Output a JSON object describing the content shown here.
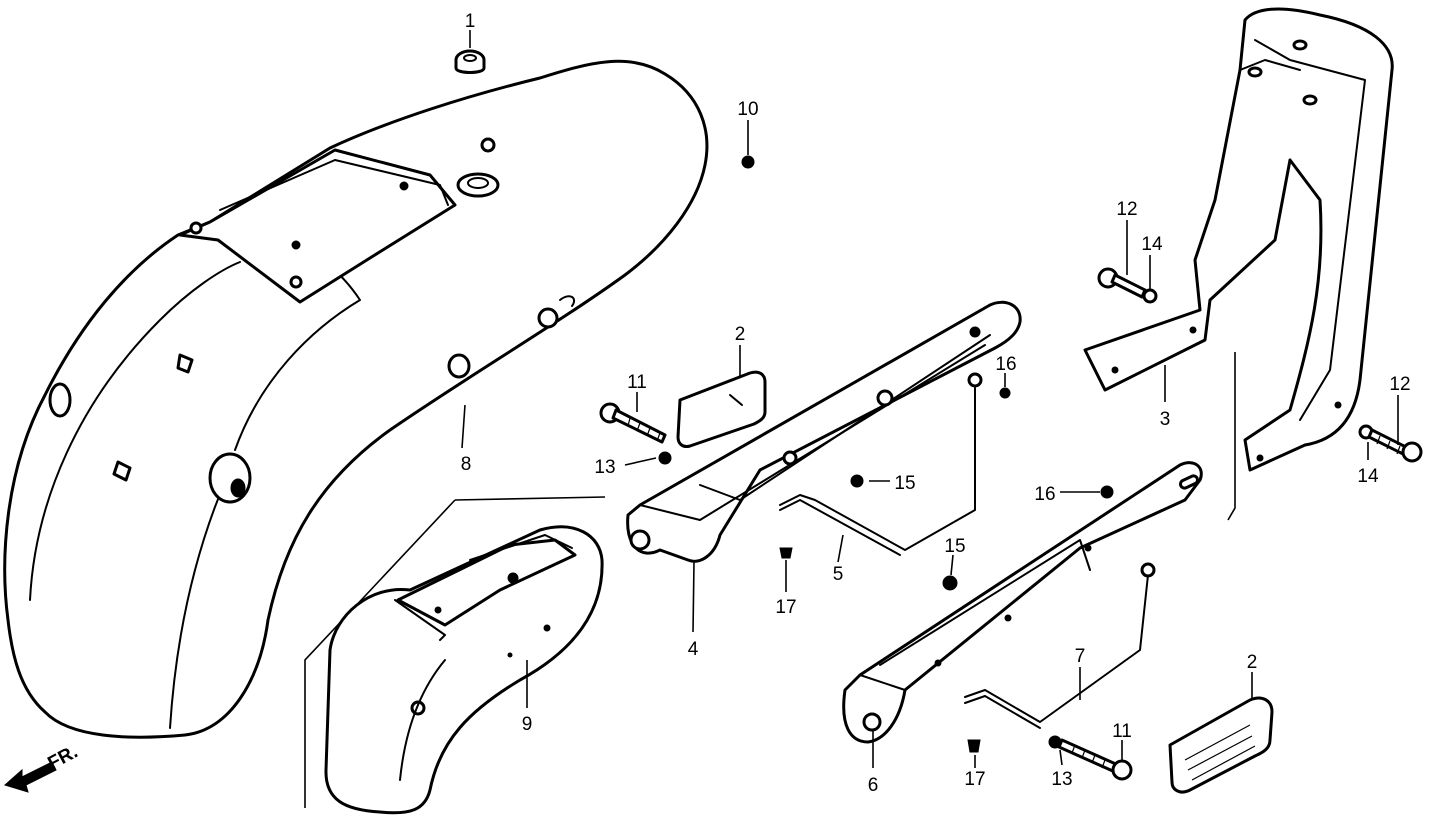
{
  "labels": {
    "c1": "1",
    "c2a": "2",
    "c2b": "2",
    "c3": "3",
    "c4": "4",
    "c5": "5",
    "c6": "6",
    "c7": "7",
    "c8": "8",
    "c9": "9",
    "c10": "10",
    "c11a": "11",
    "c11b": "11",
    "c12a": "12",
    "c12b": "12",
    "c13a": "13",
    "c13b": "13",
    "c14a": "14",
    "c14b": "14",
    "c15a": "15",
    "c15b": "15",
    "c16a": "16",
    "c16b": "16",
    "c17a": "17",
    "c17b": "17"
  },
  "front_marker": "FR."
}
